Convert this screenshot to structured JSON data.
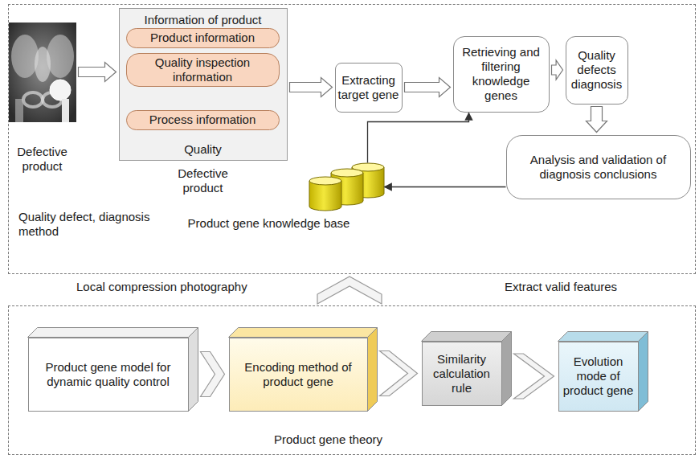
{
  "diagram": {
    "nodes": [
      {
        "text": [
          "Quality defect, diagnosis method"
        ]
      },
      {
        "text": [
          "Defective product"
        ],
        "in": 0
      },
      {
        "text": [
          "Information of product",
          "Quality",
          "Defective product"
        ],
        "in": 0
      },
      {
        "text": [
          "Product information"
        ],
        "in": 2
      },
      {
        "text": [
          "Quality inspection information"
        ],
        "in": 2
      },
      {
        "text": [
          "Process information"
        ],
        "in": 2
      },
      {
        "text": [
          "Extracting target gene"
        ],
        "in": 0
      },
      {
        "text": [
          "Retrieving and filtering knowledge genes"
        ],
        "in": 0
      },
      {
        "text": [
          "Quality defects diagnosis"
        ],
        "in": 0
      },
      {
        "text": [
          "Analysis and validation of diagnosis conclusions"
        ],
        "in": 0
      },
      {
        "text": [
          "Product gene knowledge base"
        ],
        "in": 0
      },
      {
        "text": [
          "Product gene theory"
        ]
      },
      {
        "text": [
          "Product gene model for dynamic quality control"
        ],
        "in": 11
      },
      {
        "text": [
          "Encoding method of product gene"
        ],
        "in": 11
      },
      {
        "text": [
          "Similarity calculation rule"
        ],
        "in": 11
      },
      {
        "text": [
          "Evolution mode of product gene"
        ],
        "in": 11
      }
    ],
    "edges": [
      {
        "from": 1,
        "to": 2,
        "arrow": "to"
      },
      {
        "from": 2,
        "to": 6,
        "arrow": "to"
      },
      {
        "from": 6,
        "to": 7,
        "arrow": "to"
      },
      {
        "from": 7,
        "to": 8,
        "arrow": "to"
      },
      {
        "from": 8,
        "to": 9,
        "arrow": "to"
      },
      {
        "from": 9,
        "to": 10,
        "arrow": "to"
      },
      {
        "from": 10,
        "to": 7,
        "arrow": "to"
      },
      {
        "from": 12,
        "to": 13,
        "arrow": "to"
      },
      {
        "from": 13,
        "to": 14,
        "arrow": "to"
      },
      {
        "from": 14,
        "to": 15,
        "arrow": "to"
      },
      {
        "from": 11,
        "to": 0,
        "arrow": "to"
      }
    ],
    "labels": [
      "Local compression photography",
      "Extract valid features"
    ]
  }
}
